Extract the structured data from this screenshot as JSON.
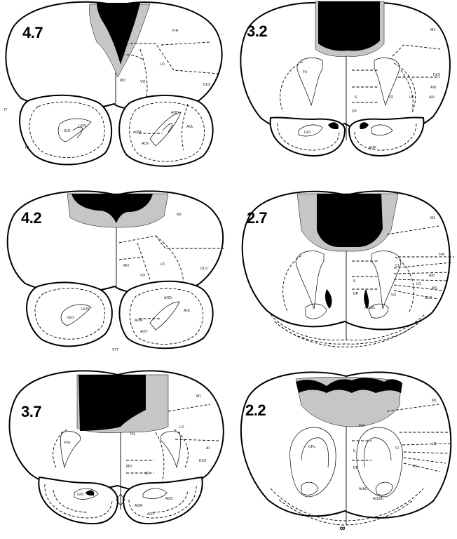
{
  "colors": {
    "background": "#ffffff",
    "lesion_core": "#000000",
    "lesion_penumbra": "#c6c6c6",
    "outline": "#000000"
  },
  "panels": [
    {
      "level": "4.7",
      "labels": {
        "a": "FrA",
        "b": "LO",
        "c": "MO",
        "d": "VO",
        "e": "DLO",
        "f": "AOD",
        "g": "AOL",
        "h": "AOM",
        "i": "AOV",
        "j": "LIOV",
        "k": "GrO",
        "l": "IT",
        "m": "IO"
      }
    },
    {
      "level": "3.2",
      "labels": {
        "a": "M1",
        "b": "Fri",
        "c": "LO",
        "d": "VO",
        "e": "AID",
        "f": "AIV",
        "g": "DLO",
        "h": "AOP",
        "i": "GrO",
        "j": "IL",
        "k": "DP"
      }
    },
    {
      "level": "4.2",
      "labels": {
        "a": "M2",
        "b": "MO",
        "c": "LO",
        "d": "VO",
        "e": "DLO",
        "f": "AOD",
        "g": "AOL",
        "h": "AOM",
        "i": "AOV",
        "j": "LIOV",
        "k": "GrO",
        "l": "VTT"
      }
    },
    {
      "level": "2.7",
      "labels": {
        "a": "M1",
        "b": "FrA",
        "c": "Cl",
        "d": "DP",
        "e": "IL",
        "f": "LO",
        "g": "VO",
        "h": "AID",
        "i": "AIV",
        "j": "DLO",
        "k": "AcbSh"
      }
    },
    {
      "level": "3.7",
      "labels": {
        "a": "M1",
        "b": "PrL",
        "c": "LO",
        "d": "AI",
        "e": "MO",
        "f": "VO",
        "g": "AOM",
        "h": "AOV",
        "i": "AOD",
        "j": "GrO",
        "k": "Fmi",
        "l": "DLO"
      }
    },
    {
      "level": "2.2",
      "labels": {
        "a": "M1",
        "b": "Fmi",
        "c": "CPu",
        "d": "Cl",
        "e": "LO",
        "f": "VO",
        "g": "AcbC",
        "h": "AcbSh",
        "i": "IL",
        "j": "DP"
      }
    }
  ]
}
